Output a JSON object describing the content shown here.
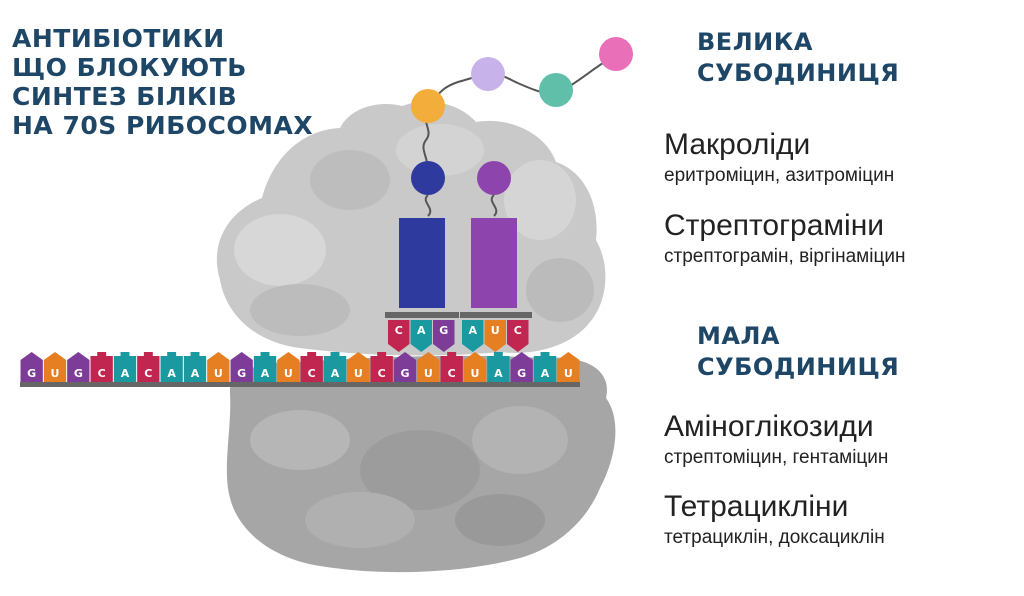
{
  "title_lines": [
    "АНТИБІОТИКИ",
    "ЩО БЛОКУЮТЬ",
    "СИНТЕЗ БІЛКІВ",
    "НА 70S РИБОСОМАХ"
  ],
  "large_subunit": {
    "heading_lines": [
      "ВЕЛИКА",
      "СУБОДИНИЦЯ"
    ],
    "drugs": [
      {
        "name": "Макроліди",
        "examples": "еритроміцин, азитроміцин"
      },
      {
        "name": "Стрептограміни",
        "examples": "стрептограмін, віргінаміцин"
      }
    ]
  },
  "small_subunit": {
    "heading_lines": [
      "МАЛА",
      "СУБОДИНИЦЯ"
    ],
    "drugs": [
      {
        "name": "Аміноглікозиди",
        "examples": "стрептоміцин, гентаміцин"
      },
      {
        "name": "Тетрацикліни",
        "examples": "тетрациклін, доксациклін"
      }
    ]
  },
  "mrna_sequence": [
    "G",
    "U",
    "G",
    "C",
    "A",
    "C",
    "A",
    "A",
    "U",
    "G",
    "A",
    "U",
    "C",
    "A",
    "U",
    "C",
    "G",
    "U",
    "C",
    "U",
    "A",
    "G",
    "A",
    "U"
  ],
  "anticodons": {
    "left": [
      "C",
      "A",
      "G"
    ],
    "right": [
      "A",
      "U",
      "C"
    ]
  },
  "colors": {
    "heading": "#1e4667",
    "G": "#7d3c98",
    "U": "#e67e22",
    "C": "#c0264f",
    "A": "#1a9aa0",
    "ribosome": "#c9c9c9",
    "trna_left": "#2e3a9e",
    "trna_right": "#8e44ad",
    "peptide": [
      "#f2ad3a",
      "#c7b2ea",
      "#5fbfa8",
      "#e86fb8"
    ]
  }
}
